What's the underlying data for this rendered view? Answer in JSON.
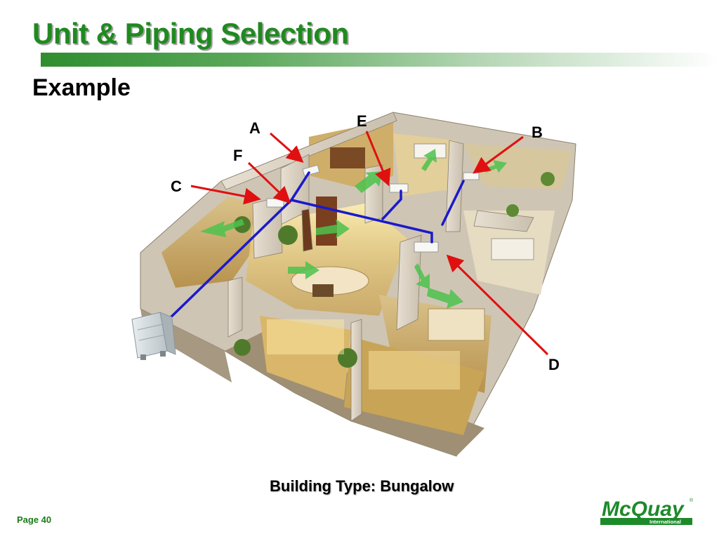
{
  "slide": {
    "title": "Unit & Piping Selection",
    "subtitle": "Example",
    "caption": "Building Type: Bungalow",
    "page_label": "Page 40"
  },
  "callouts": {
    "a": "A",
    "b": "B",
    "c": "C",
    "d": "D",
    "e": "E",
    "f": "F"
  },
  "logo": {
    "brand": "McQuay",
    "tagline": "International",
    "registered": "®"
  },
  "colors": {
    "title_green": "#1f8a1f",
    "arrow_red": "#e01010",
    "pipe_blue": "#1a1acc",
    "airflow_green": "#4cc24c"
  }
}
